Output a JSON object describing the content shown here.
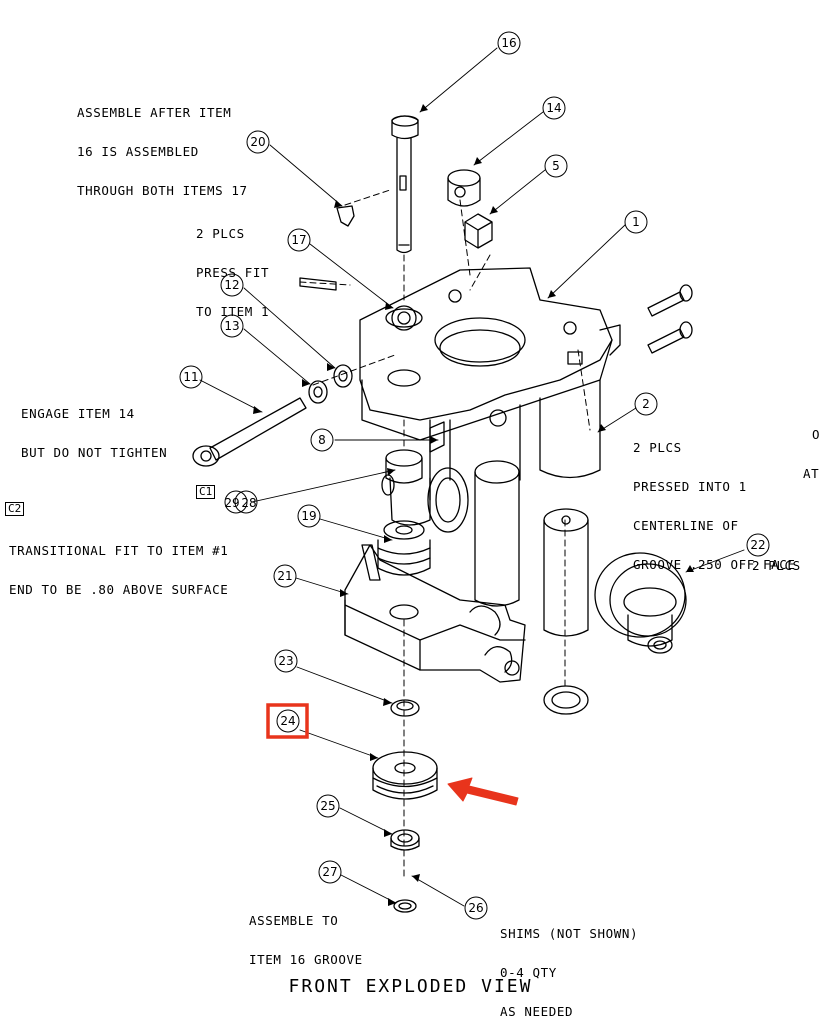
{
  "title": "FRONT EXPLODED VIEW",
  "notes": {
    "assemble_after": [
      "ASSEMBLE AFTER ITEM",
      "16 IS ASSEMBLED",
      "THROUGH BOTH ITEMS 17"
    ],
    "press_fit": [
      "2 PLCS",
      "PRESS FIT",
      "TO ITEM 1"
    ],
    "engage": [
      "ENGAGE ITEM 14",
      "BUT DO NOT TIGHTEN"
    ],
    "transitional": [
      "TRANSITIONAL FIT TO ITEM #1",
      "END TO BE .80 ABOVE SURFACE"
    ],
    "pressed_into": [
      "2 PLCS",
      "PRESSED INTO 1",
      "CENTERLINE OF",
      "GROOVE .250 OFF FACE"
    ],
    "two_plcs_22": "2 PLCS",
    "assemble_to": [
      "ASSEMBLE TO",
      "ITEM 16 GROOVE"
    ],
    "shims": [
      "SHIMS (NOT SHOWN)",
      "0-4 QTY",
      "AS NEEDED"
    ],
    "cut_edge": [
      "O",
      "AT"
    ]
  },
  "tags": {
    "c1": "C1",
    "c2": "C2"
  },
  "balloons": [
    "16",
    "14",
    "5",
    "20",
    "1",
    "17",
    "12",
    "13",
    "11",
    "2",
    "8",
    "29",
    "28",
    "19",
    "22",
    "21",
    "23",
    "24",
    "25",
    "27",
    "26"
  ],
  "highlight": {
    "item": "24",
    "color": "#e8341c"
  },
  "colors": {
    "line": "#000000",
    "callout": "#e8341c"
  }
}
